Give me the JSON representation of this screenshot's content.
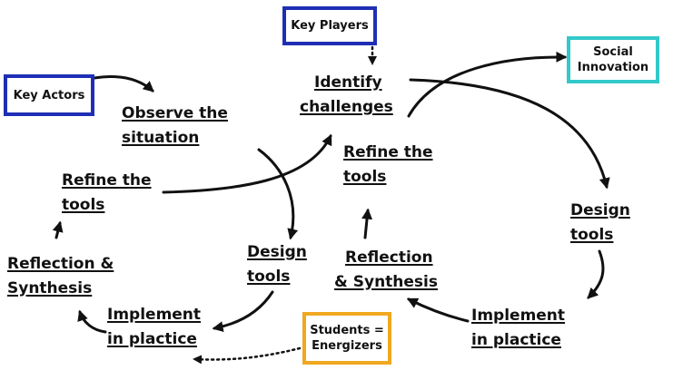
{
  "boxes": {
    "key_actors": {
      "label": "Key Actors",
      "color": "#1f2fb5"
    },
    "key_players": {
      "label": "Key Players",
      "color": "#1f2fb5"
    },
    "social_innovation": {
      "line1": "Social",
      "line2": "Innovation",
      "color": "#33c9c9"
    },
    "students": {
      "line1": "Students =",
      "line2": "Energizers",
      "color": "#f0a820"
    }
  },
  "left_cycle": {
    "observe": {
      "line1": "Observe the",
      "line2": "situation"
    },
    "design": {
      "line1": "Design",
      "line2": "tools"
    },
    "implement": {
      "line1": "Implement",
      "line2": "in plactice"
    },
    "reflection": {
      "line1": "Reflection &",
      "line2": "Synthesis"
    },
    "refine": {
      "line1": "Refine the",
      "line2": "tools"
    }
  },
  "right_cycle": {
    "identify": {
      "line1": "Identify",
      "line2": "challenges"
    },
    "design": {
      "line1": "Design",
      "line2": "tools"
    },
    "implement": {
      "line1": "Implement",
      "line2": "in plactice"
    },
    "reflection": {
      "line1": "Reflection",
      "line2": "& Synthesis"
    },
    "refine": {
      "line1": "Refine the",
      "line2": "tools"
    }
  },
  "colors": {
    "text": "#111111",
    "arrow": "#111111"
  }
}
